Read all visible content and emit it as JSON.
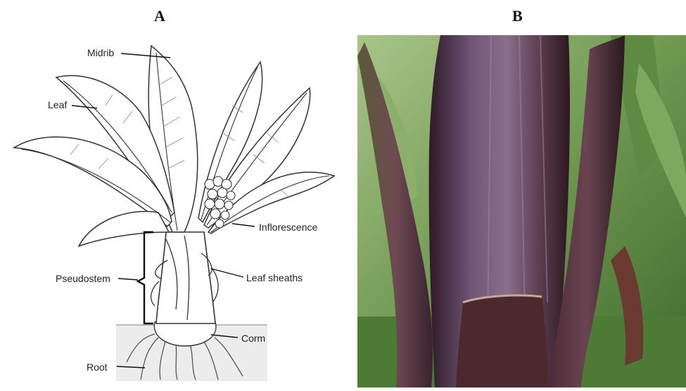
{
  "panels": {
    "a": {
      "letter": "A"
    },
    "b": {
      "letter": "B"
    }
  },
  "diagram": {
    "labels": {
      "midrib": "Midrib",
      "leaf": "Leaf",
      "inflorescence": "Inflorescence",
      "pseudostem": "Pseudostem",
      "leaf_sheaths": "Leaf sheaths",
      "corm": "Corm",
      "root": "Root"
    }
  },
  "colors": {
    "line": "#2a2a2a",
    "soil": "#e9e9e9",
    "stem_dark": "#3a2330",
    "stem_purple": "#6b4d6e",
    "foliage": "#4f7a3a",
    "background_green": "#8fae6a"
  }
}
